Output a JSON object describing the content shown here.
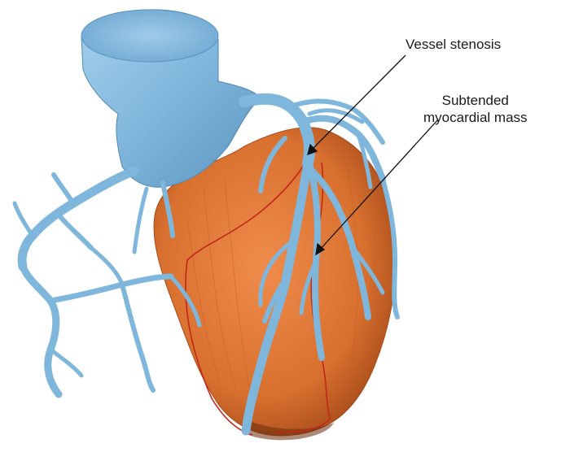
{
  "labels": {
    "stenosis": "Vessel stenosis",
    "subtended_line1": "Subtended",
    "subtended_line2": "myocardial mass"
  },
  "colors": {
    "vessel": "#7fb6dc",
    "vessel_shadow": "#5a93bd",
    "myocardium": "#e07a3e",
    "myocardium_dark": "#b8551f",
    "territory_boundary": "#c0281a",
    "pointer": "#111111",
    "background": "#ffffff"
  }
}
